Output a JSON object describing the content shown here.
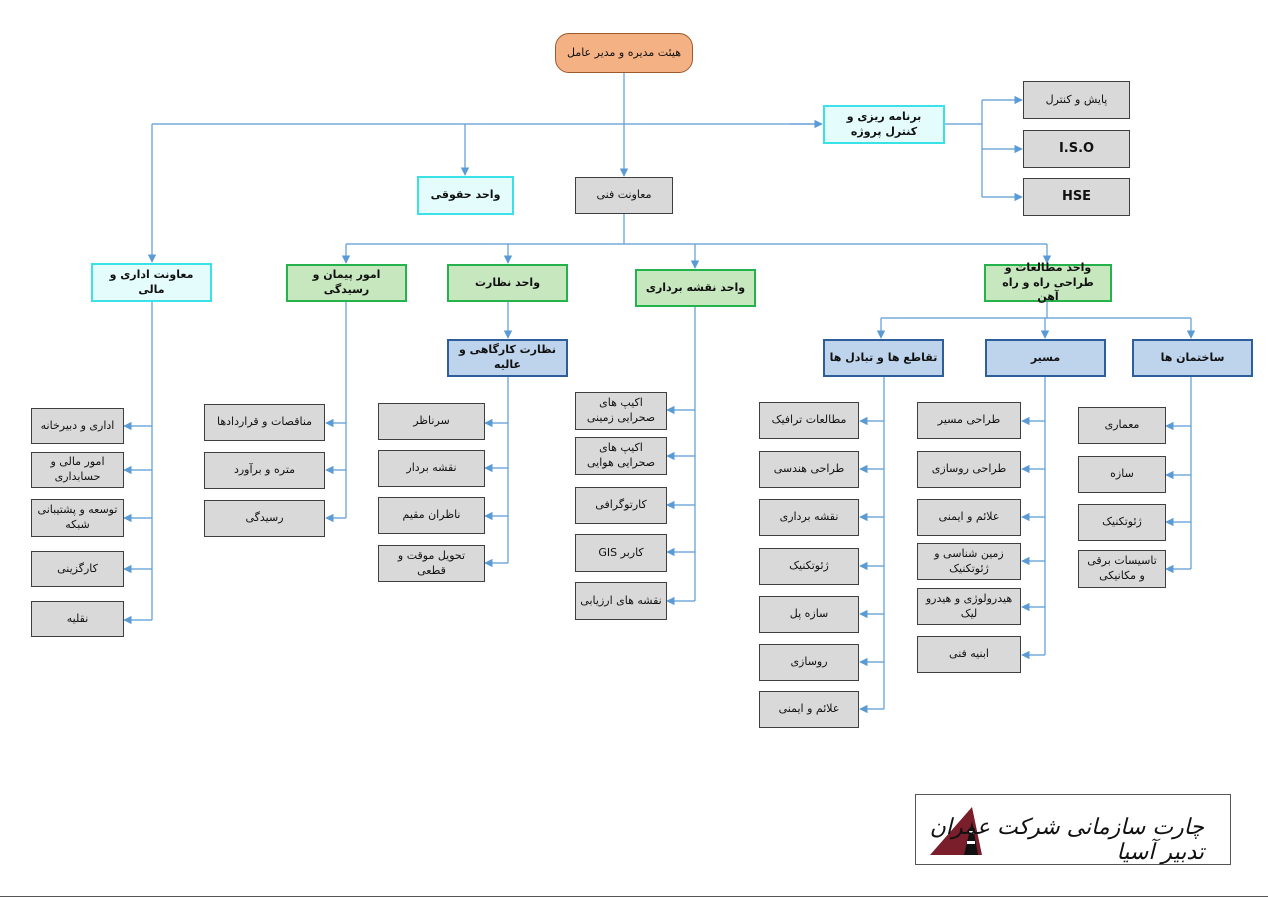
{
  "top": "هیئت مدیره و مدیر عامل",
  "planning": "برنامه ریزی و کنترل پروژه",
  "planning_children": [
    "پایش و کنترل",
    "I.S.O",
    "HSE"
  ],
  "legal": "واحد حقوقی",
  "technical": "معاونت فنی",
  "admin": "معاونت اداری و مالی",
  "admin_children": [
    "اداری و دبیرخانه",
    "امور مالی و حسابداری",
    "توسعه و پشتیبانی شبکه",
    "کارگزینی",
    "نقلیه"
  ],
  "contracts": "امور پیمان و رسیدگی",
  "contracts_children": [
    "مناقصات و قراردادها",
    "متره و برآورد",
    "رسیدگی"
  ],
  "supervision": "واحد نظارت",
  "workshop_supervision": "نظارت کارگاهی و عالیه",
  "supervision_children": [
    "سرناظر",
    "نقشه بردار",
    "ناظران مقیم",
    "تحویل موقت و قطعی"
  ],
  "surveying": "واحد نقشه برداری",
  "surveying_children": [
    "اکیپ های صحرایی زمینی",
    "اکیپ های صحرایی هوایی",
    "کارتوگرافی",
    "کاربر GIS",
    "نقشه های ارزیابی"
  ],
  "studies": "واحد مطالعات و طراحی راه و راه آهن",
  "intersections": "تقاطع ها و تبادل ها",
  "intersections_children": [
    "مطالعات ترافیک",
    "طراحی هندسی",
    "نقشه برداری",
    "ژئوتکنیک",
    "سازه پل",
    "روسازی",
    "علائم و ایمنی"
  ],
  "route": "مسیر",
  "route_children": [
    "طراحی مسیر",
    "طراحی روسازی",
    "علائم و ایمنی",
    "زمین شناسی و ژئوتکنیک",
    "هیدرولوژی و هیدرو لیک",
    "ابنیه فنی"
  ],
  "buildings": "ساختمان ها",
  "buildings_children": [
    "معماری",
    "سازه",
    "ژئوتکنیک",
    "تاسیسات برقی و مکانیکی"
  ],
  "signature": "چارت سازمانی شرکت عمران تدبیر آسیا",
  "colors": {
    "connector": "#5b9bd5",
    "top_fill": "#f4b183",
    "cyan_border": "#38e2e6",
    "green_border": "#23b24b",
    "blue_border": "#2f5f9a",
    "gray_fill": "#d9d9d9"
  }
}
